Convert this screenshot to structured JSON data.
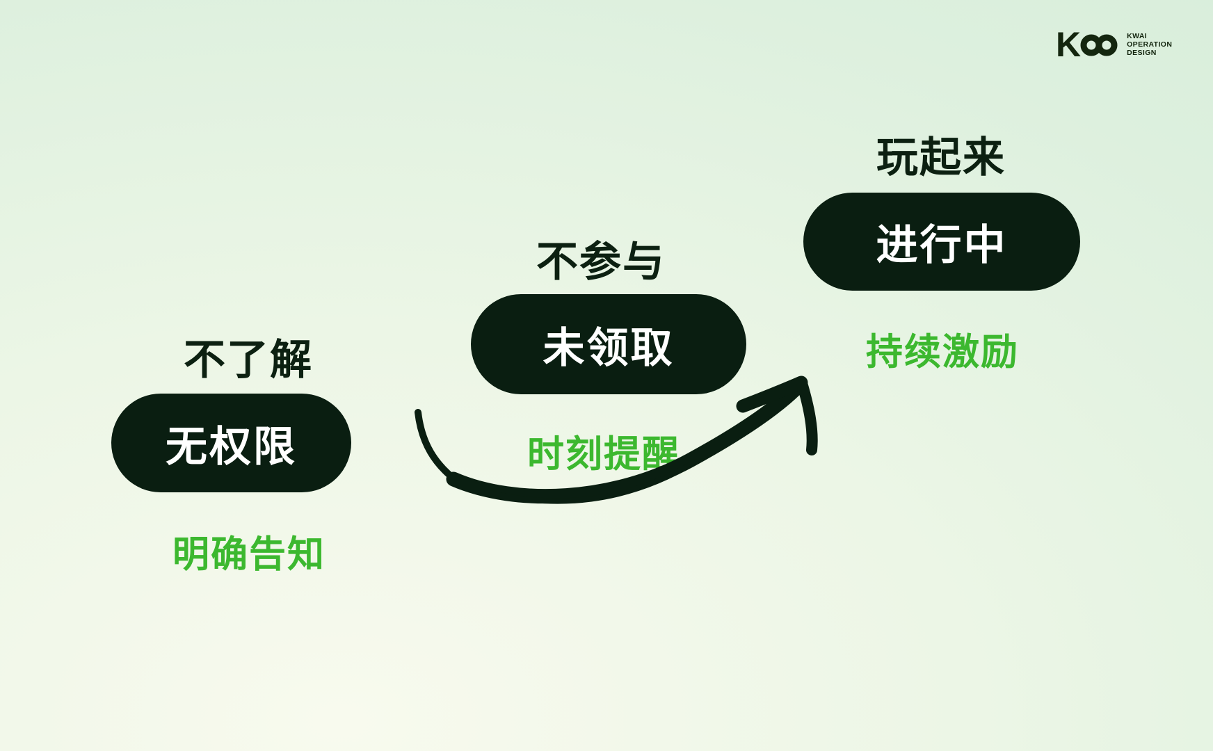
{
  "logo": {
    "mark_letter": "K",
    "mark_symbol": "infinity",
    "lines": [
      "KWAI",
      "OPERATION",
      "DESIGN"
    ]
  },
  "stages": [
    {
      "heading": "不了解",
      "pill_label": "无权限",
      "note": "明确告知"
    },
    {
      "heading": "不参与",
      "pill_label": "未领取",
      "note": "时刻提醒"
    },
    {
      "heading": "玩起来",
      "pill_label": "进行中",
      "note": "持续激励"
    }
  ],
  "colors": {
    "background_light": "#f8faee",
    "background_mint": "#d7edda",
    "pill_bg": "#0a1e11",
    "pill_text": "#ffffff",
    "heading_text": "#0c2011",
    "note_green": "#3cb82f",
    "arrow": "#0a1e11",
    "logo": "#14260f"
  }
}
